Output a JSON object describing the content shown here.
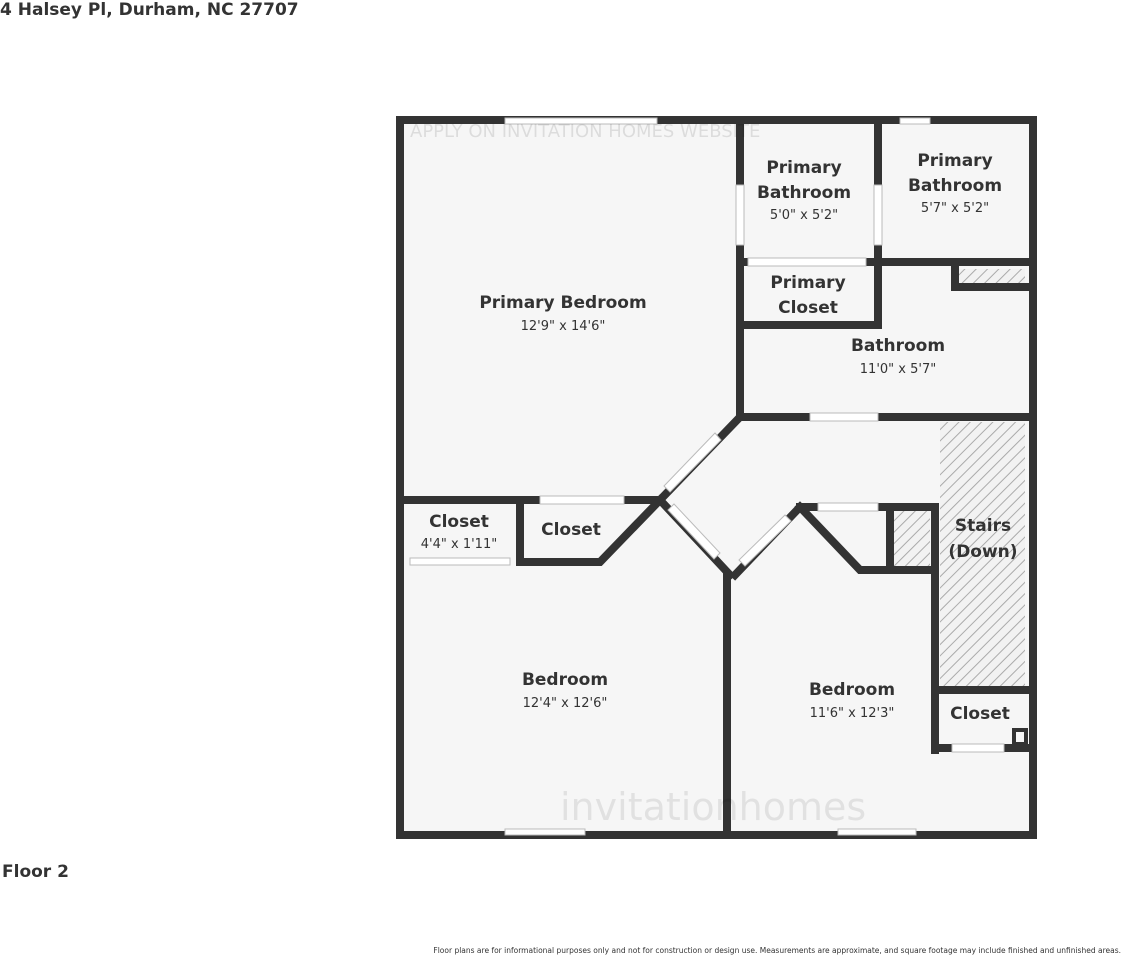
{
  "header": {
    "address": "4 Halsey Pl, Durham, NC 27707"
  },
  "floor_label": "Floor 2",
  "disclaimer": "Floor plans are for informational purposes only and not for construction or design use. Measurements are approximate, and square footage may include finished and unfinished areas.",
  "watermarks": [
    "APPLY ON INVITATION HOMES WEBSITE",
    "invitationhomes"
  ],
  "rooms": [
    {
      "name": "Primary Bedroom",
      "dims": "12'9\" x 14'6\""
    },
    {
      "name_lines": [
        "Primary",
        "Bathroom"
      ],
      "dims": "5'0\" x 5'2\""
    },
    {
      "name_lines": [
        "Primary",
        "Bathroom"
      ],
      "dims": "5'7\" x 5'2\""
    },
    {
      "name_lines": [
        "Primary",
        "Closet"
      ]
    },
    {
      "name": "Bathroom",
      "dims": "11'0\" x 5'7\""
    },
    {
      "name": "Closet",
      "dims": "4'4\" x 1'11\""
    },
    {
      "name": "Closet"
    },
    {
      "name_lines": [
        "Stairs",
        "(Down)"
      ]
    },
    {
      "name": "Bedroom",
      "dims": "12'4\" x 12'6\""
    },
    {
      "name": "Bedroom",
      "dims": "11'6\" x 12'3\""
    },
    {
      "name": "Closet"
    }
  ]
}
